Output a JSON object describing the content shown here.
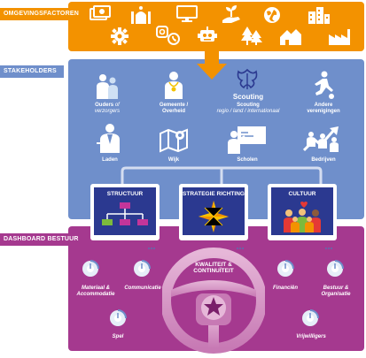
{
  "sections": {
    "environment": "OMGEVINGSFACTOREN",
    "stakeholders": "STAKEHOLDERS",
    "dashboard": "DASHBOARD BESTUUR"
  },
  "stakeholders": [
    {
      "title": "Ouders",
      "subtitle": "of verzorgers"
    },
    {
      "title": "Gemeente / Overheid",
      "subtitle": ""
    },
    {
      "title": "Scouting",
      "subtitle": "regio / land / internationaal"
    },
    {
      "title": "Andere verenigingen",
      "subtitle": ""
    },
    {
      "title": "Laden",
      "subtitle": ""
    },
    {
      "title": "Wijk",
      "subtitle": ""
    },
    {
      "title": "Scholen",
      "subtitle": ""
    },
    {
      "title": "Bedrijven",
      "subtitle": ""
    }
  ],
  "scouting_logo": "Scouting",
  "monitors": {
    "structuur": "STRUCTUUR",
    "strategie": "STRATEGIE",
    "richting": "RICHTING",
    "cultuur": "CULTUUR"
  },
  "wheel_label": "KWALITEIT & CONTINUÏTEIT",
  "dials": {
    "materiaal": "Materiaal & Accommodatie",
    "communicatie": "Communicatie",
    "spel": "Spel",
    "financien": "Financiën",
    "bestuur": "Bestuur & Organisatie",
    "vrijwilligers": "Vrijwilligers"
  },
  "colors": {
    "orange": "#f39200",
    "blue": "#6f8fcb",
    "purple": "#a5398f",
    "dark_blue": "#2b3990",
    "light_blue_icon": "#cfe0f4"
  }
}
